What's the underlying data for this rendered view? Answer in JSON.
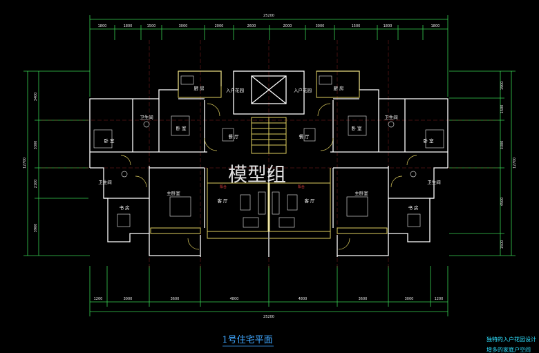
{
  "drawing": {
    "title": "1号住宅平面",
    "watermark": "模型组",
    "note_line1": "独特的入户花园设计",
    "note_line2": "增多的家庭户空间"
  },
  "dimensions": {
    "top_total": "25200",
    "top_segments": [
      "1800",
      "1800",
      "1500",
      "3000",
      "2000",
      "2600",
      "2000",
      "3000",
      "1500",
      "1800",
      "1800"
    ],
    "bottom_total": "25200",
    "bottom_segments": [
      "1200",
      "3000",
      "3600",
      "4800",
      "4800",
      "3600",
      "3000",
      "1200"
    ],
    "left_total": "12700",
    "left_segments": [
      "3400",
      "3300",
      "2100",
      "3900"
    ],
    "right_total": "12700",
    "right_segments": [
      "1900",
      "1500",
      "3300",
      "4500",
      "1500"
    ]
  },
  "rooms": {
    "kitchen": "厨 房",
    "entry_garden": "入户花园",
    "bedroom": "卧 室",
    "bathroom": "卫生间",
    "dining": "餐 厅",
    "master_bedroom": "主卧室",
    "living": "客 厅",
    "study": "书 房",
    "balcony_label": "阳台"
  },
  "colors": {
    "background": "#000000",
    "wall": "#ffffff",
    "yellow_wall": "#e0d060",
    "dimension": "#39d353",
    "axis": "#d03030",
    "title": "#3fa7ff",
    "note": "#2fe0ff"
  }
}
